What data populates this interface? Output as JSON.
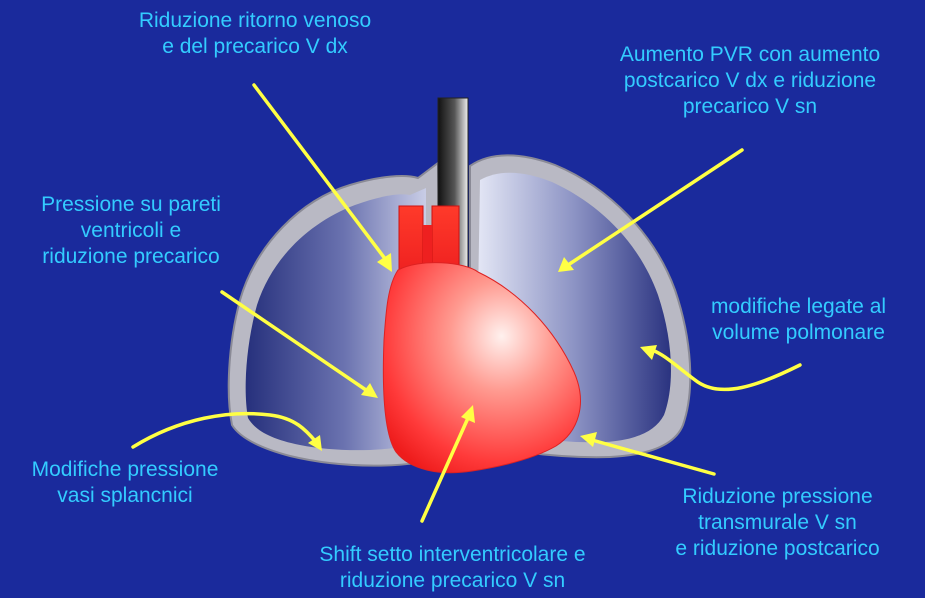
{
  "colors": {
    "background": "#1a2a9c",
    "label_text": "#33ccff",
    "arrow": "#ffff44",
    "heart": "#ff3333",
    "lung_outline": "#b9b9c4"
  },
  "labels": {
    "top_center": [
      "Riduzione ritorno venoso",
      "e del precarico V dx"
    ],
    "top_right": [
      "Aumento PVR con aumento",
      "postcarico V dx e riduzione",
      "precarico V sn"
    ],
    "left_upper": [
      "Pressione su pareti",
      "ventricoli e",
      "riduzione precarico"
    ],
    "right_mid": [
      "modifiche legate al",
      "volume polmonare"
    ],
    "left_lower": [
      "Modifiche pressione",
      "vasi splancnici"
    ],
    "bottom_right": [
      "Riduzione pressione",
      "transmurale V sn",
      "e riduzione postcarico"
    ],
    "bottom_center": [
      "Shift setto interventricolare e",
      "riduzione precarico V sn"
    ]
  }
}
